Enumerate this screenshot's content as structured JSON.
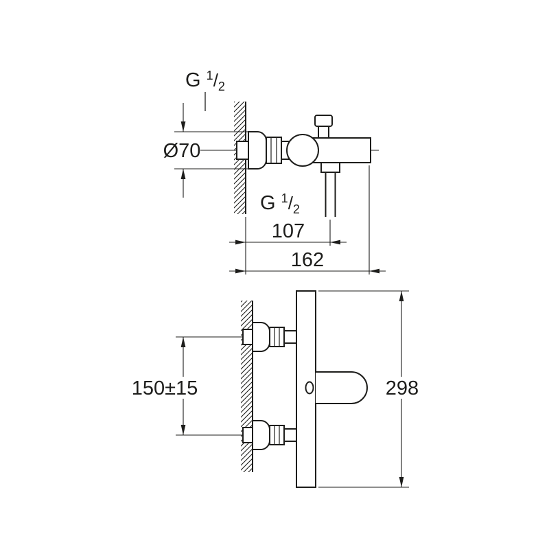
{
  "colors": {
    "background": "#ffffff",
    "line": "#1d1d1b"
  },
  "top_view": {
    "thread_top": {
      "prefix": "G",
      "numerator": "1",
      "slash": "/",
      "denominator": "2"
    },
    "diameter_label": "Ø70",
    "thread_outlet": {
      "prefix": "G",
      "numerator": "1",
      "slash": "/",
      "denominator": "2"
    },
    "dim_outlet_distance": "107",
    "dim_total_projection": "162"
  },
  "bottom_view": {
    "dim_inlet_spacing": "150±15",
    "dim_total_height": "298"
  }
}
